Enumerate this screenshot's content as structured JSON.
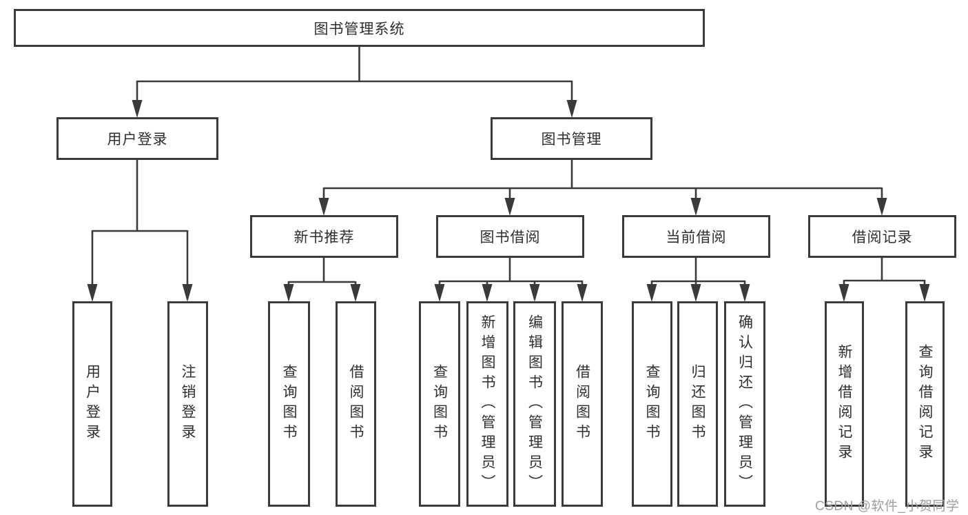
{
  "diagram": {
    "root": {
      "label": "图书管理系统"
    },
    "level2": [
      {
        "label": "用户登录"
      },
      {
        "label": "图书管理"
      }
    ],
    "level3": [
      {
        "label": "新书推荐"
      },
      {
        "label": "图书借阅"
      },
      {
        "label": "当前借阅"
      },
      {
        "label": "借阅记录"
      }
    ],
    "leaves": {
      "user_login": [
        "用户登录",
        "注销登录"
      ],
      "new_book_recommendation": [
        "查询图书",
        "借阅图书"
      ],
      "book_borrowing": [
        "查询图书",
        "新增图书（管理员）",
        "编辑图书（管理员）",
        "借阅图书"
      ],
      "current_borrowing": [
        "查询图书",
        "归还图书",
        "确认归还（管理员）"
      ],
      "borrowing_records": [
        "新增借阅记录",
        "查询借阅记录"
      ]
    }
  },
  "watermark": "CSDN @软件_小贺同学",
  "colors": {
    "line": "#3a3a3a",
    "border": "#3a3a3a",
    "text": "#2f2f2f",
    "background": "#ffffff",
    "watermark": "#9e9e9e"
  }
}
